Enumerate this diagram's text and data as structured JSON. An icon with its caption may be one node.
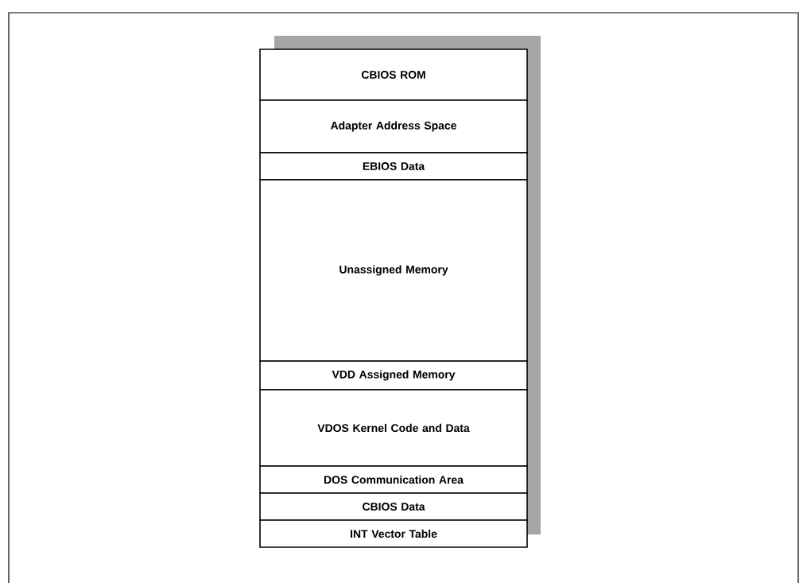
{
  "diagram": {
    "nodes": [
      {
        "text": [
          "CBIOS ROM"
        ]
      },
      {
        "text": [
          "Adapter Address Space"
        ]
      },
      {
        "text": [
          "EBIOS Data"
        ]
      },
      {
        "text": [
          "Unassigned Memory"
        ]
      },
      {
        "text": [
          "VDD Assigned Memory"
        ]
      },
      {
        "text": [
          "VDOS Kernel Code and Data"
        ]
      },
      {
        "text": [
          "DOS Communication Area"
        ]
      },
      {
        "text": [
          "CBIOS Data"
        ]
      },
      {
        "text": [
          "INT Vector Table"
        ]
      }
    ]
  }
}
